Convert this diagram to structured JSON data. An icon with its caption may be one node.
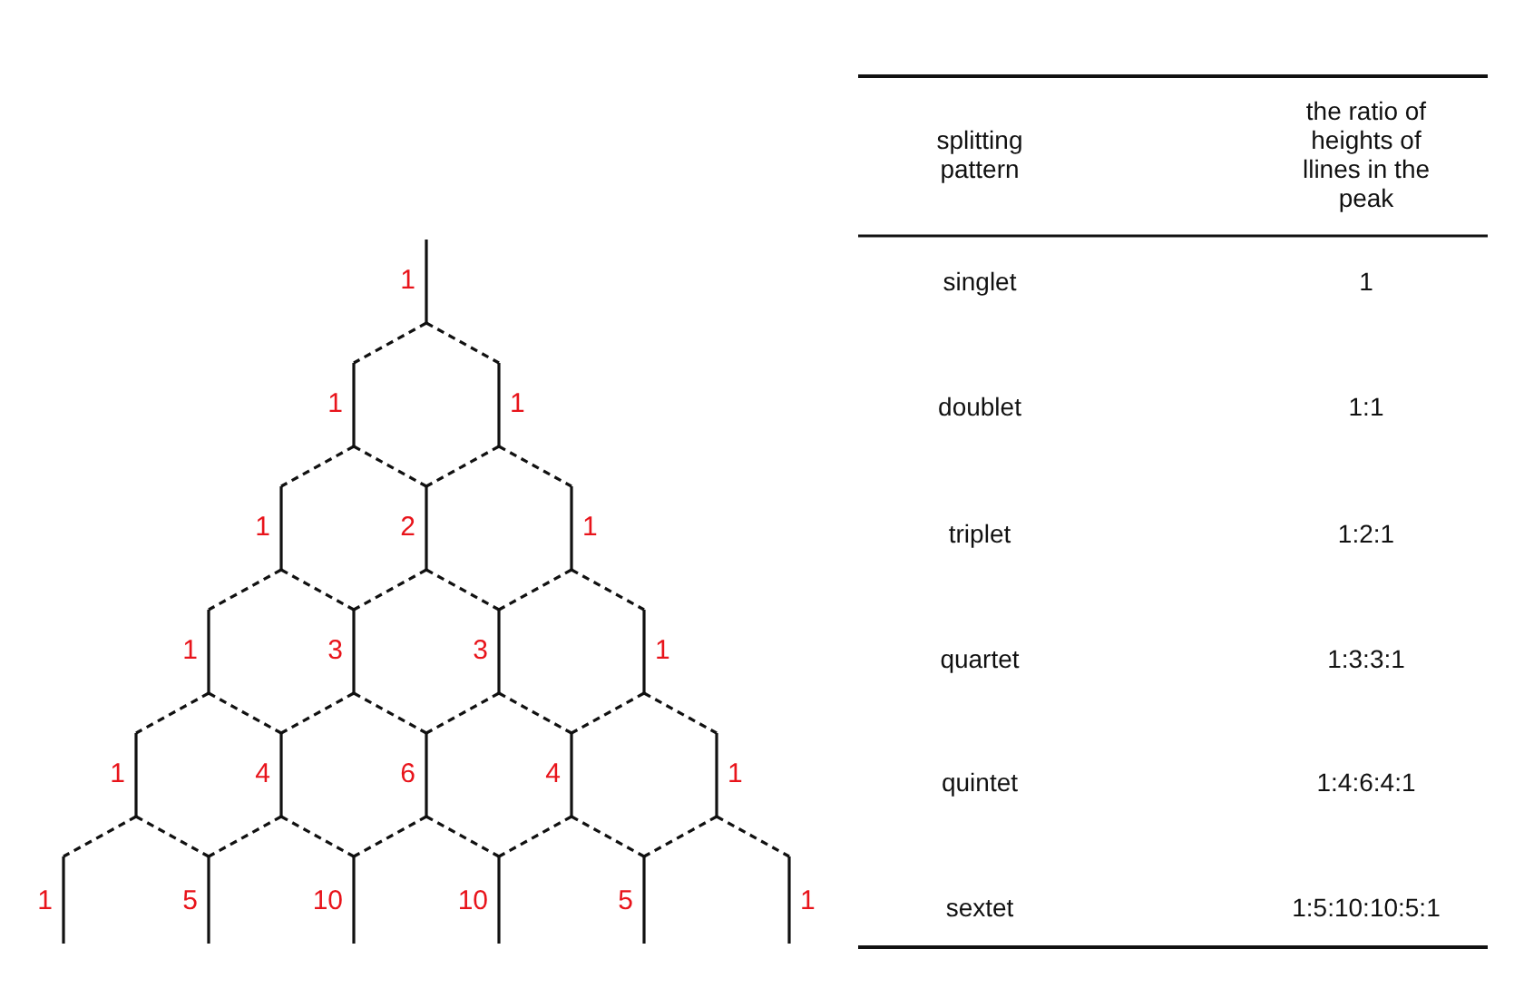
{
  "diagram": {
    "labels": [
      "1",
      "1",
      "1",
      "1",
      "2",
      "1",
      "1",
      "3",
      "3",
      "1",
      "1",
      "4",
      "6",
      "4",
      "1",
      "1",
      "5",
      "10",
      "10",
      "5",
      "1",
      "splitting pattern",
      "the ratio of heights of llines in the peak",
      "singlet",
      "1",
      "doublet",
      "1:1",
      "triplet",
      "1:2:1",
      "quartet",
      "1:3:3:1",
      "quintet",
      "1:4:6:4:1",
      "sextet",
      "1:5:10:10:5:1"
    ]
  }
}
